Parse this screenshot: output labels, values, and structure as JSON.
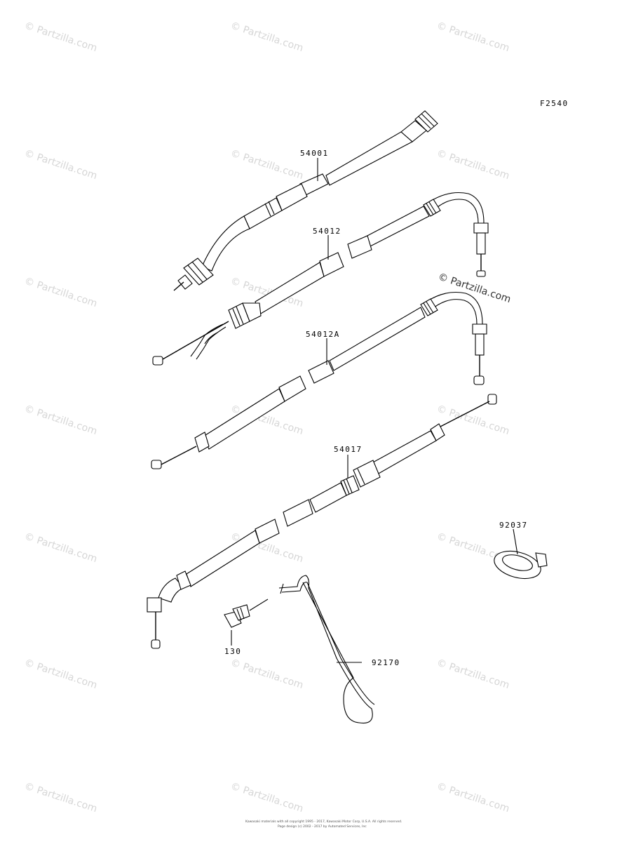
{
  "figure_code": "F2540",
  "parts": {
    "p54001": "54001",
    "p54012": "54012",
    "p54012a": "54012A",
    "p54017": "54017",
    "p92037": "92037",
    "p130": "130",
    "p92170": "92170"
  },
  "watermark": {
    "text": "© Partzilla.com",
    "overlay_text": "© Partzilla.com"
  },
  "footer": {
    "line1": "Kawasaki materials with all copyright 1995 - 2017, Kawasaki Motor Corp, U.S.A. All rights reserved.",
    "line2": "Page design (c) 2002 - 2017 by Automated Services, Inc"
  }
}
